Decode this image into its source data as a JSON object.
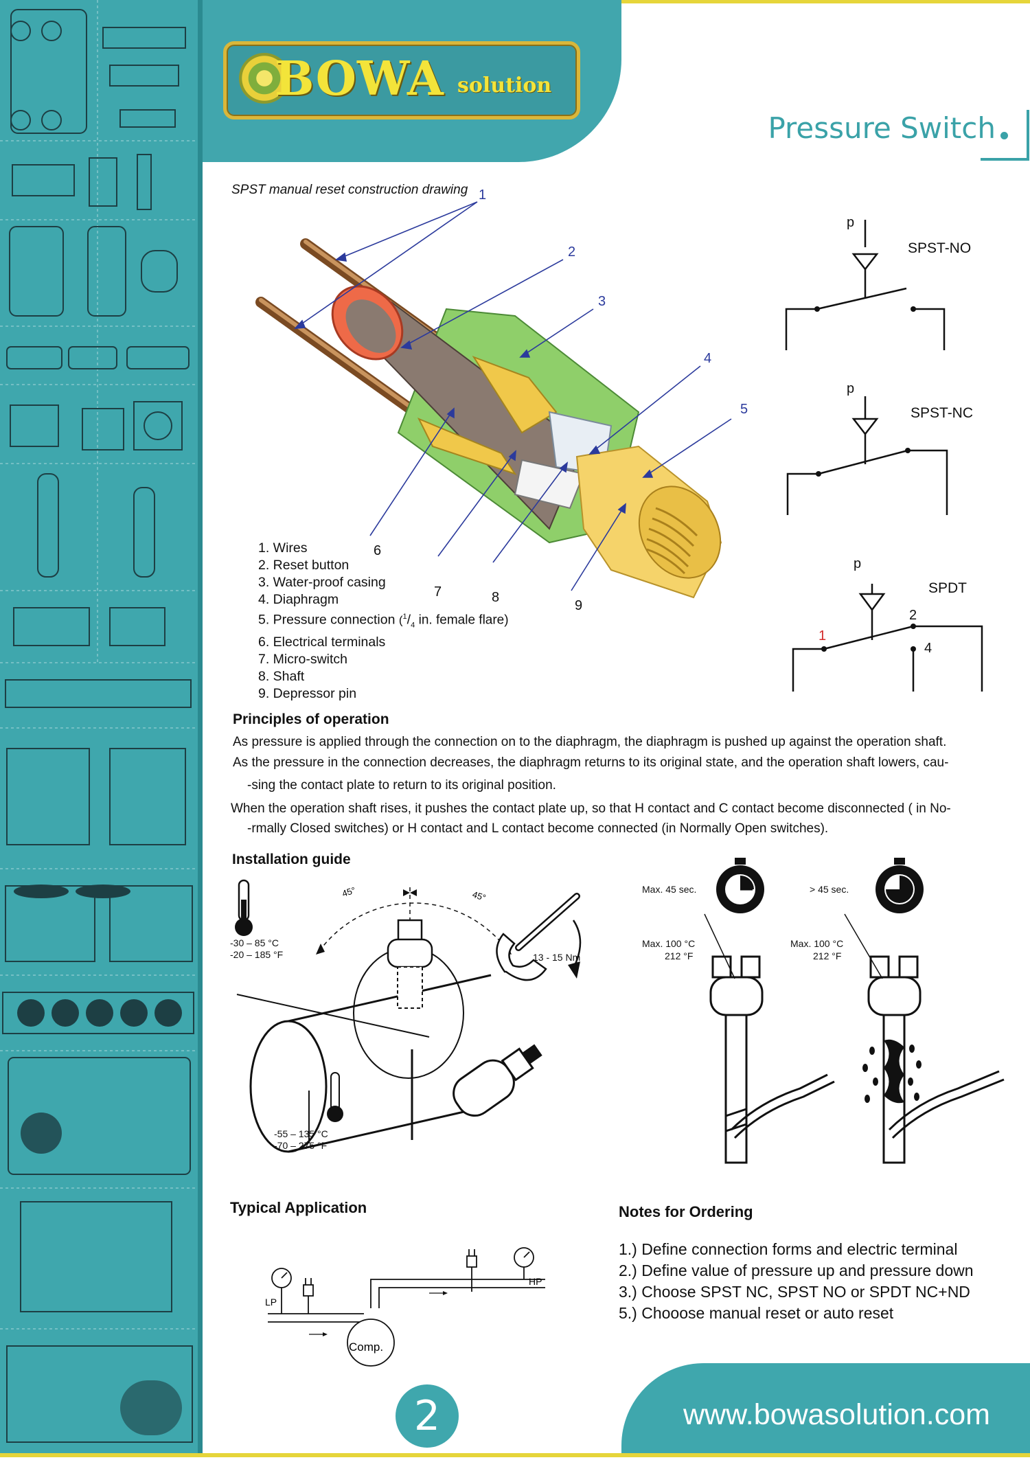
{
  "brand": {
    "name": "BOWA",
    "sub": "solution"
  },
  "page_title": "Pressure Switch",
  "construction": {
    "caption": "SPST manual reset construction drawing",
    "callouts": [
      "1",
      "2",
      "3",
      "4",
      "5",
      "6",
      "7",
      "8",
      "9"
    ],
    "parts": [
      "1. Wires",
      "2. Reset button",
      "3. Water-proof casing",
      "4. Diaphragm",
      "5. Pressure connection",
      "6. Electrical terminals",
      "7. Micro-switch",
      "8. Shaft",
      "9. Depressor pin"
    ],
    "flare_note": "in. female flare)",
    "flare_sup": "1",
    "flare_sub": "4",
    "flare_open": "("
  },
  "schematics": {
    "p_label": "p",
    "spst_no": "SPST-NO",
    "spst_nc": "SPST-NC",
    "spdt": "SPDT",
    "terminal_1": "1",
    "terminal_2": "2",
    "terminal_4": "4"
  },
  "principles": {
    "heading": "Principles of operation",
    "p1": "As pressure is applied through the connection on to the diaphragm, the diaphragm is pushed up against the operation shaft.",
    "p2a": "As the pressure in the connection decreases, the  diaphragm returns to its original state, and the  operation shaft  lowers, cau-",
    "p2b": "-sing the contact plate to return to its original position.",
    "p3a": "When the operation shaft rises, it pushes the contact plate up, so that H contact and C contact become disconnected  ( in No-",
    "p3b": "-rmally Closed switches) or H contact and L contact become connected (in Normally Open switches)."
  },
  "installation": {
    "heading": "Installation guide",
    "temp_range_c": "-30 – 85 °C",
    "temp_range_f": "-20 – 185 °F",
    "angle_left": "45°",
    "angle_right": "45°",
    "torque": "13 - 15 Nm",
    "pipe_temp_c": "-55 – 135 °C",
    "pipe_temp_f": "-70 – 275 °F",
    "time_ok": "Max. 45 sec.",
    "time_bad": "> 45 sec.",
    "max_temp_c_1": "Max. 100 °C",
    "max_temp_f_1": "212 °F",
    "max_temp_c_2": "Max. 100 °C",
    "max_temp_f_2": "212 °F"
  },
  "application": {
    "heading": "Typical Application",
    "lp": "LP",
    "hp": "HP",
    "comp": "Comp."
  },
  "ordering": {
    "heading": "Notes for Ordering",
    "items": [
      "1.) Define connection forms  and electric terminal",
      "2.) Define value  of pressure up and pressure down",
      "3.) Choose SPST NC, SPST NO or SPDT NC+ND",
      "5.) Chooose manual reset or auto reset"
    ]
  },
  "footer": {
    "page_number": "2",
    "url": "www.bowasolution.com"
  },
  "colors": {
    "teal": "#3fa7ad",
    "yellow": "#e6d53a",
    "callout_blue": "#2b3a9c"
  }
}
